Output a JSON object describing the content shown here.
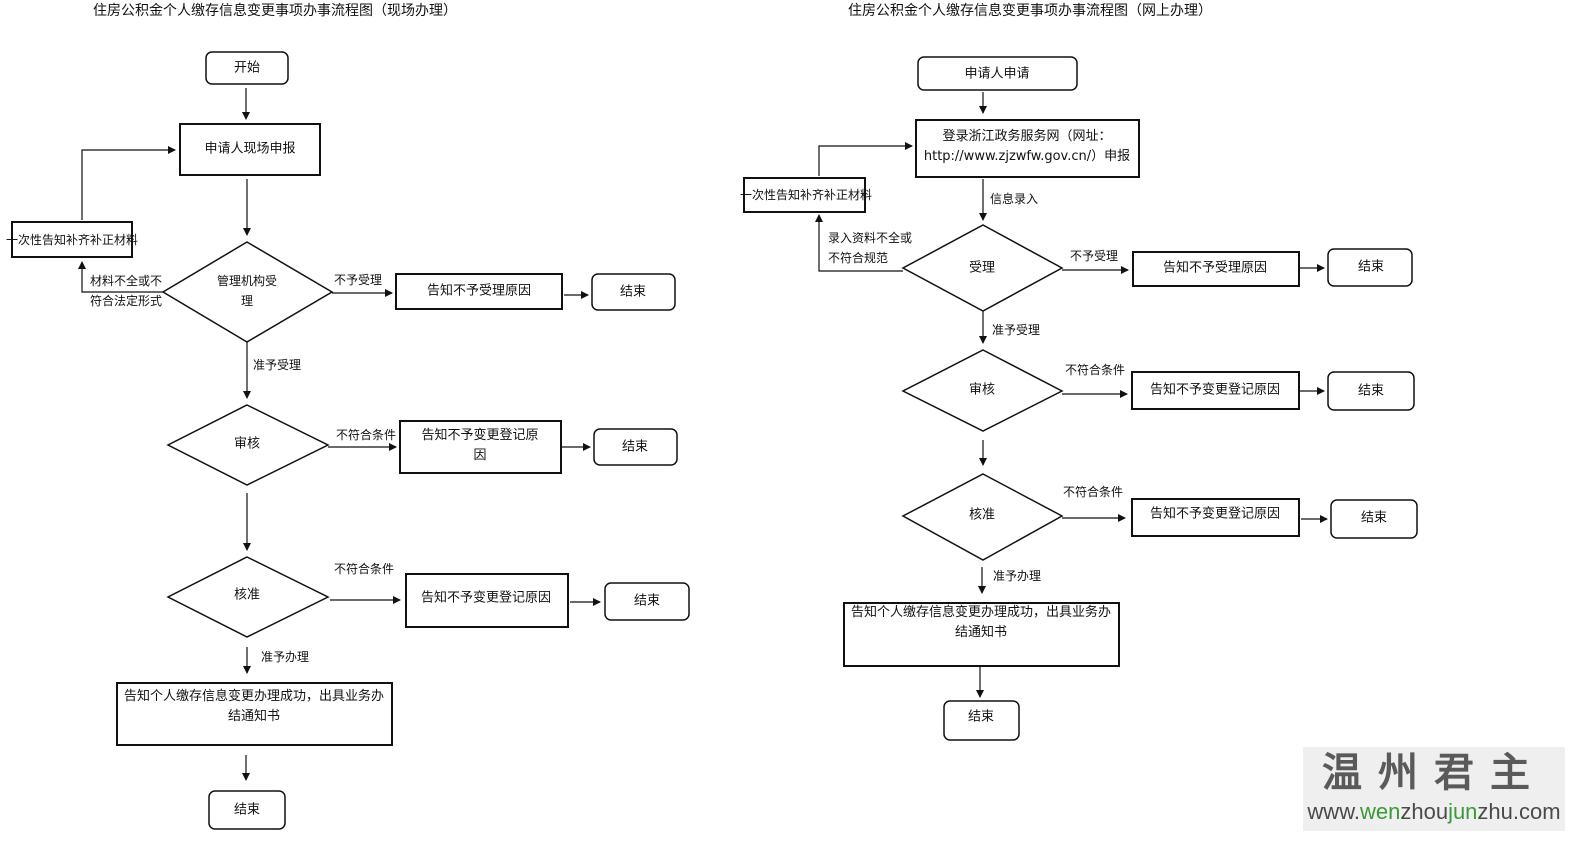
{
  "left": {
    "title": "住房公积金个人缴存信息变更事项办事流程图（现场办理）",
    "nodes": {
      "start": "开始",
      "apply": "申请人现场申报",
      "supplement": "一次性告知补齐补正材料",
      "accept": "管理机构受理",
      "reject_reason": "告知不予受理原因",
      "end1": "结束",
      "review": "审核",
      "review_reason": "告知不予变更登记原因",
      "end2": "结束",
      "approve": "核准",
      "approve_reason": "告知不予变更登记原因",
      "end3": "结束",
      "success": "告知个人缴存信息变更办理成功，出具业务办结通知书",
      "end4": "结束"
    },
    "edges": {
      "incomplete": "材料不全或不符合法定形式",
      "not_accept": "不予受理",
      "grant_accept": "准予受理",
      "review_fail": "不符合条件",
      "approve_fail": "不符合条件",
      "grant_handle": "准予办理"
    }
  },
  "right": {
    "title": "住房公积金个人缴存信息变更事项办事流程图（网上办理）",
    "nodes": {
      "start": "申请人申请",
      "apply": "登录浙江政务服务网（网址：http://www.zjzwfw.gov.cn/）申报",
      "supplement": "一次性告知补齐补正材料",
      "accept": "受理",
      "reject_reason": "告知不予受理原因",
      "end1": "结束",
      "review": "审核",
      "review_reason": "告知不予变更登记原因",
      "end2": "结束",
      "approve": "核准",
      "approve_reason": "告知不予变更登记原因",
      "end3": "结束",
      "success": "告知个人缴存信息变更办理成功，出具业务办结通知书",
      "end4": "结束"
    },
    "edges": {
      "info_entry": "信息录入",
      "incomplete": "录入资料不全或不符合规范",
      "not_accept": "不予受理",
      "grant_accept": "准予受理",
      "review_fail": "不符合条件",
      "approve_fail": "不符合条件",
      "grant_handle": "准予办理"
    }
  },
  "watermark": {
    "cn": "温州君主",
    "url_prefix": "www.",
    "url_green1": "wen",
    "url_mid1": "zhou",
    "url_green2": "jun",
    "url_mid2": "zhu.com"
  }
}
